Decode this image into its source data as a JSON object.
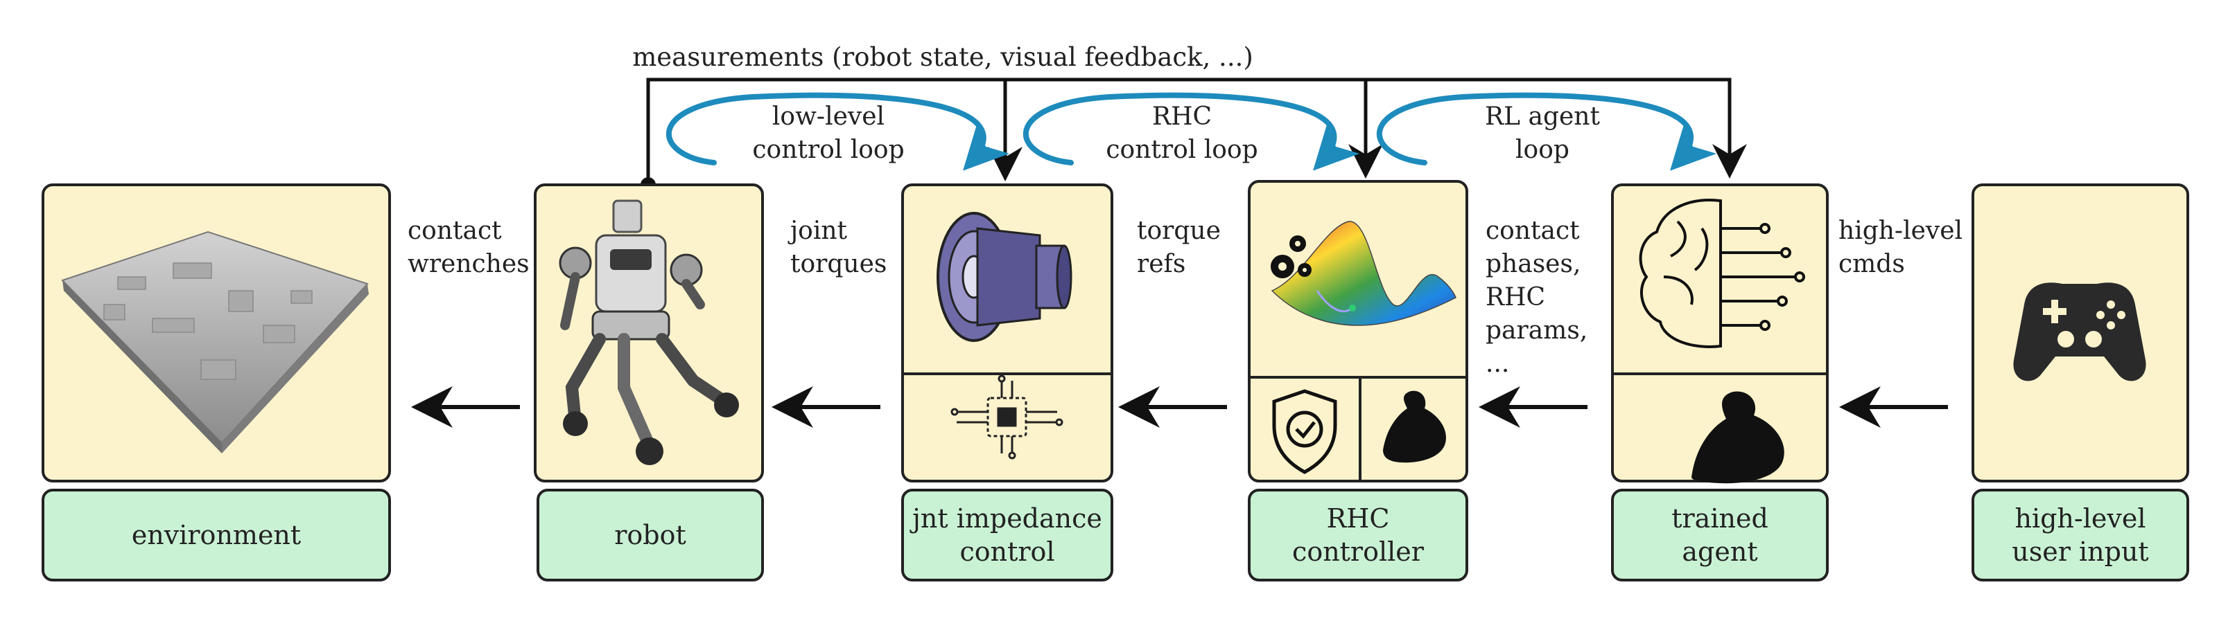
{
  "measurements_label": "measurements (robot state, visual feedback, ...)",
  "loops": [
    {
      "line1": "low-level",
      "line2": "control loop"
    },
    {
      "line1": "RHC",
      "line2": "control loop"
    },
    {
      "line1": "RL agent",
      "line2": "loop"
    }
  ],
  "blocks": [
    {
      "lines": [
        "environment"
      ]
    },
    {
      "lines": [
        "robot"
      ]
    },
    {
      "lines": [
        "jnt impedance",
        "control"
      ]
    },
    {
      "lines": [
        "RHC",
        "controller"
      ]
    },
    {
      "lines": [
        "trained",
        "agent"
      ]
    },
    {
      "lines": [
        "high-level",
        "user input"
      ]
    }
  ],
  "signals": [
    {
      "lines": [
        "contact",
        "wrenches"
      ]
    },
    {
      "lines": [
        "joint",
        "torques"
      ]
    },
    {
      "lines": [
        "torque",
        "refs"
      ]
    },
    {
      "lines": [
        "contact",
        "phases,",
        "RHC",
        "params,",
        "..."
      ]
    },
    {
      "lines": [
        "high-level",
        "cmds"
      ]
    }
  ],
  "colors": {
    "card": "#fcf3cc",
    "label_box": "#c9f2d4",
    "loop_arrow": "#1e8bbd",
    "line": "#111111"
  },
  "icons": [
    "terrain-image",
    "humanoid-robot-image",
    "motor-actuator-icon",
    "chip-icon",
    "surface-plot-icon",
    "gears-icon",
    "shield-check-icon",
    "flexed-arm-icon",
    "brain-circuit-icon",
    "gamepad-icon"
  ]
}
